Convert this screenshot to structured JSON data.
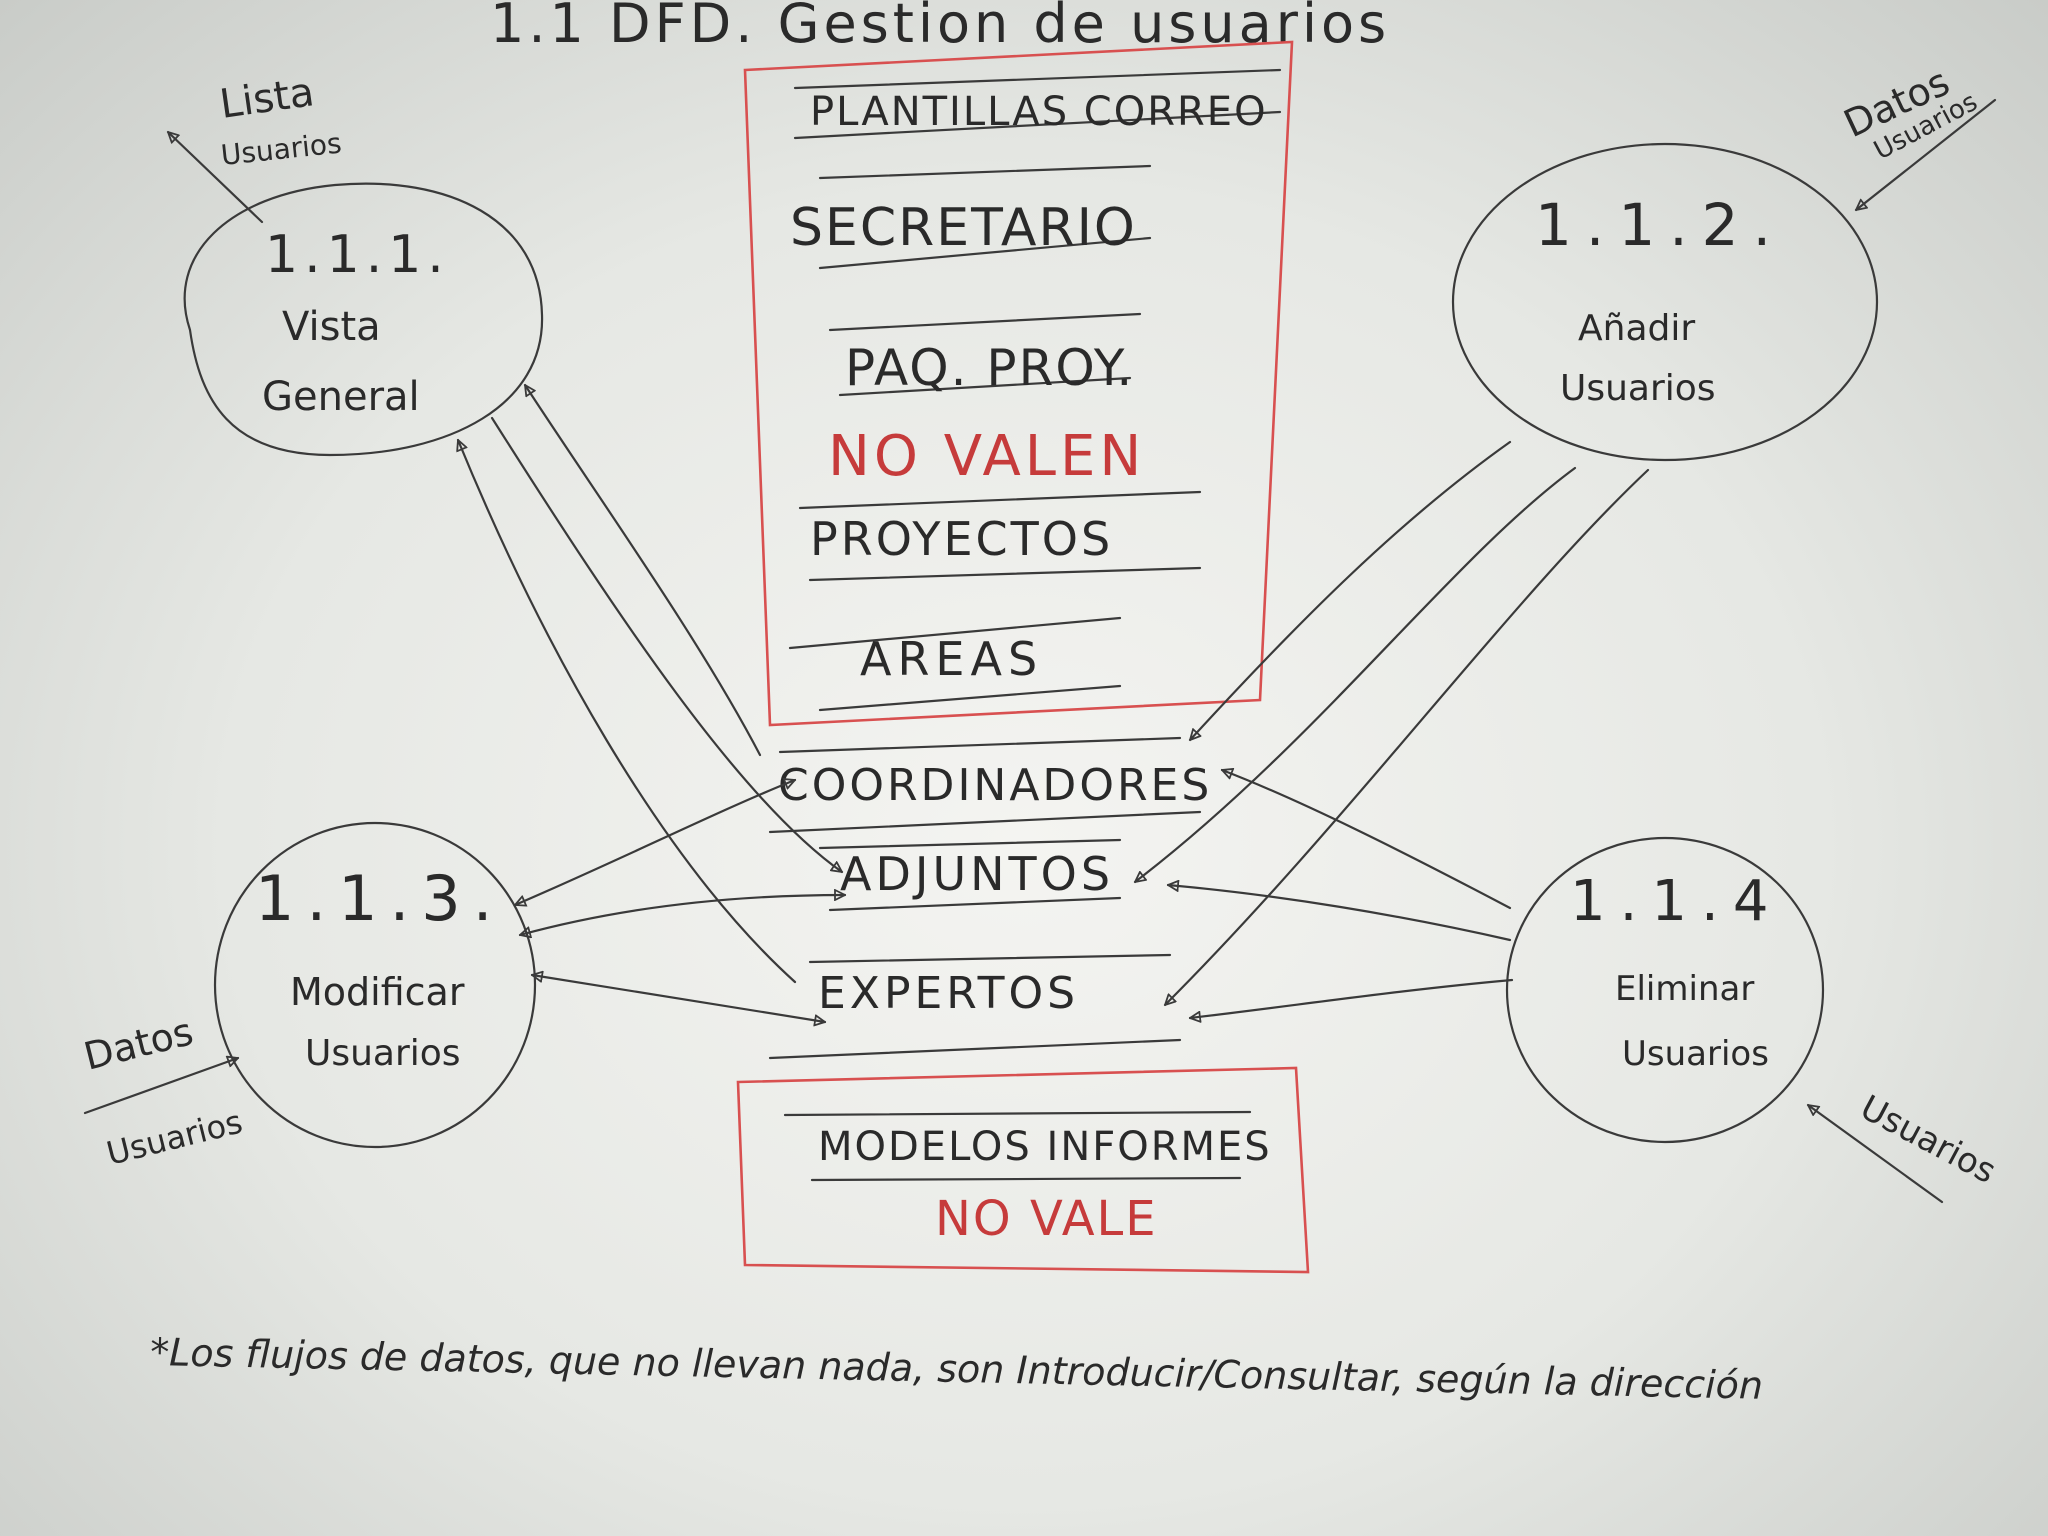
{
  "title": "1.1 DFD. Gestion de usuarios",
  "colors": {
    "ink": "#2a2a2a",
    "red_marker": "#c63b3b",
    "board": "#eceeea"
  },
  "processes": {
    "p111": {
      "number": "1.1.1.",
      "line1": "Vista",
      "line2": "General"
    },
    "p112": {
      "number": "1.1.2.",
      "line1": "Añadir",
      "line2": "Usuarios"
    },
    "p113": {
      "number": "1.1.3.",
      "line1": "Modificar",
      "line2": "Usuarios"
    },
    "p114": {
      "number": "1.1.4",
      "line1": "Eliminar",
      "line2": "Usuarios"
    }
  },
  "stores": {
    "plantillas_correo": "PLANTILLAS CORREO",
    "secretario": "SECRETARIO",
    "paq_proy": "PAQ. PROY.",
    "no_valen": "NO VALEN",
    "proyectos": "PROYECTOS",
    "areas": "AREAS",
    "coordinadores": "COORDINADORES",
    "adjuntos": "ADJUNTOS",
    "expertos": "EXPERTOS",
    "modelos_informes": "MODELOS INFORMES",
    "no_vale": "NO VALE"
  },
  "flows": {
    "lista_usuarios_1": "Lista",
    "lista_usuarios_2": "Usuarios",
    "datos_usuarios_top_1": "Datos",
    "datos_usuarios_top_2": "Usuarios",
    "datos_usuarios_left_1": "Datos",
    "datos_usuarios_left_2": "Usuarios",
    "usuarios_right": "Usuarios"
  },
  "footnote": "*Los flujos de datos, que no llevan nada, son Introducir/Consultar, según la dirección"
}
